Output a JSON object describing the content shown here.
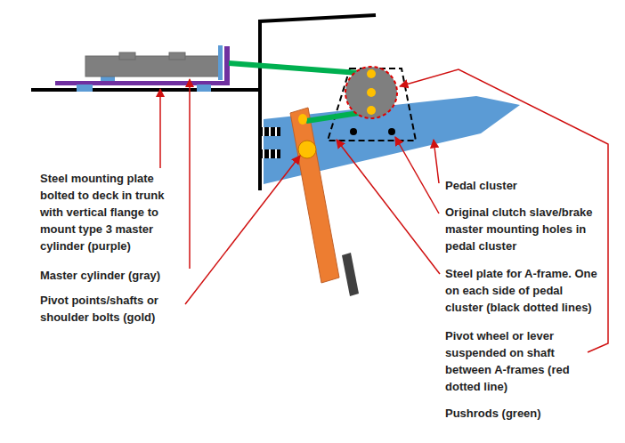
{
  "diagram": {
    "labels": [
      "Steel mounting plate bolted to deck in trunk with vertical flange to mount type 3 master cylinder (purple)",
      "Master cylinder (gray)",
      "Pivot points/shafts or shoulder bolts (gold)",
      "Pedal cluster",
      "Original clutch slave/brake master mounting holes in pedal cluster",
      "Steel plate for A-frame. One on each side of pedal cluster (black dotted lines)",
      "Pivot wheel or lever suspended on shaft between A-frames (red dotted line)",
      "Pushrods (green)"
    ]
  }
}
